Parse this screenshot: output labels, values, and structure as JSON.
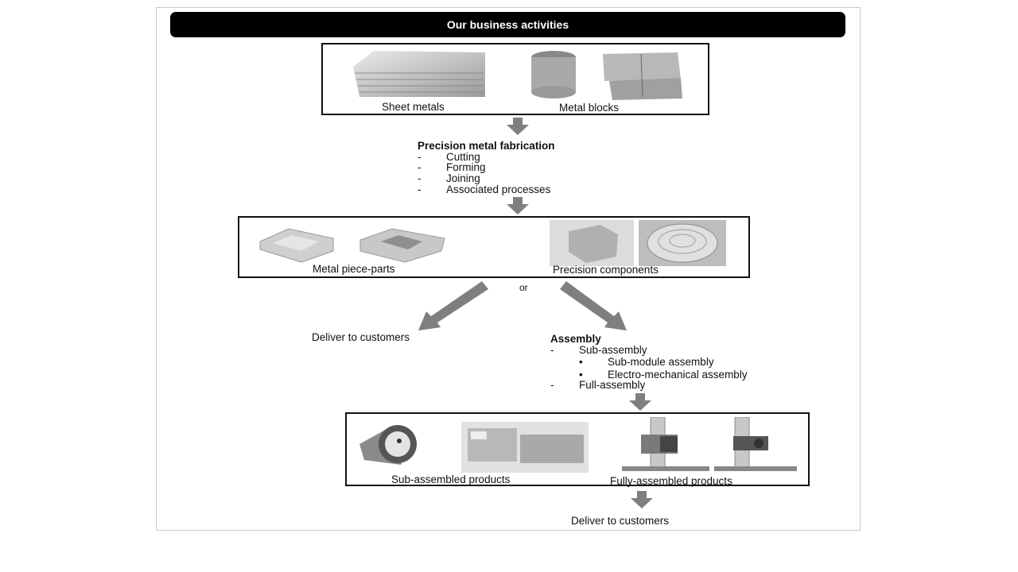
{
  "title": "Our business activities",
  "raw_materials": {
    "items": [
      {
        "label": "Sheet metals",
        "image": "sheet-metals-photo"
      },
      {
        "label": "Metal blocks",
        "image": "metal-blocks-photo"
      }
    ]
  },
  "fabrication": {
    "heading": "Precision metal fabrication",
    "marker": "-",
    "steps": [
      "Cutting",
      "Forming",
      "Joining",
      "Associated processes"
    ]
  },
  "intermediate": {
    "items": [
      {
        "label": "Metal piece-parts",
        "image": "metal-piece-parts-photo"
      },
      {
        "label": "Precision components",
        "image": "precision-components-photo"
      }
    ]
  },
  "branch_word": "or",
  "deliver_left": "Deliver to customers",
  "assembly": {
    "heading": "Assembly",
    "dash": "-",
    "bullet": "•",
    "sub": "Sub-assembly",
    "sub_items": [
      "Sub-module assembly",
      "Electro-mechanical assembly"
    ],
    "full": "Full-assembly"
  },
  "products": {
    "items": [
      {
        "label": "Sub-assembled products",
        "image": "sub-assembled-products-photo"
      },
      {
        "label": "Fully-assembled products",
        "image": "fully-assembled-products-photo"
      }
    ]
  },
  "deliver_bottom": "Deliver to customers",
  "colors": {
    "arrow": "#7f7f7f",
    "title_bg": "#000000",
    "title_fg": "#ffffff"
  }
}
